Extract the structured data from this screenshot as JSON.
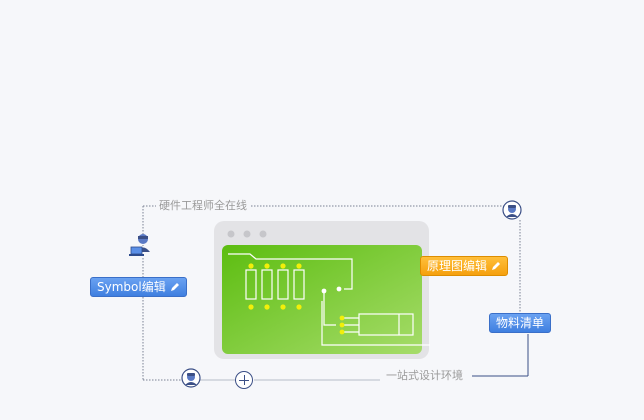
{
  "labels": {
    "top_caption": "硬件工程师全在线",
    "bottom_caption": "一站式设计环境",
    "symbol_tag": "Symbol编辑",
    "schematic_tag": "原理图编辑",
    "bom_tag": "物料清单"
  },
  "icons": [
    "engineer-laptop-icon",
    "engineer-avatar-icon",
    "pencil-icon",
    "plus-circle-icon"
  ],
  "colors": {
    "accent_blue": "#4a88e8",
    "accent_orange": "#f7a91c",
    "board_green": "#6cc42a",
    "line_dark": "#3b4f86"
  }
}
